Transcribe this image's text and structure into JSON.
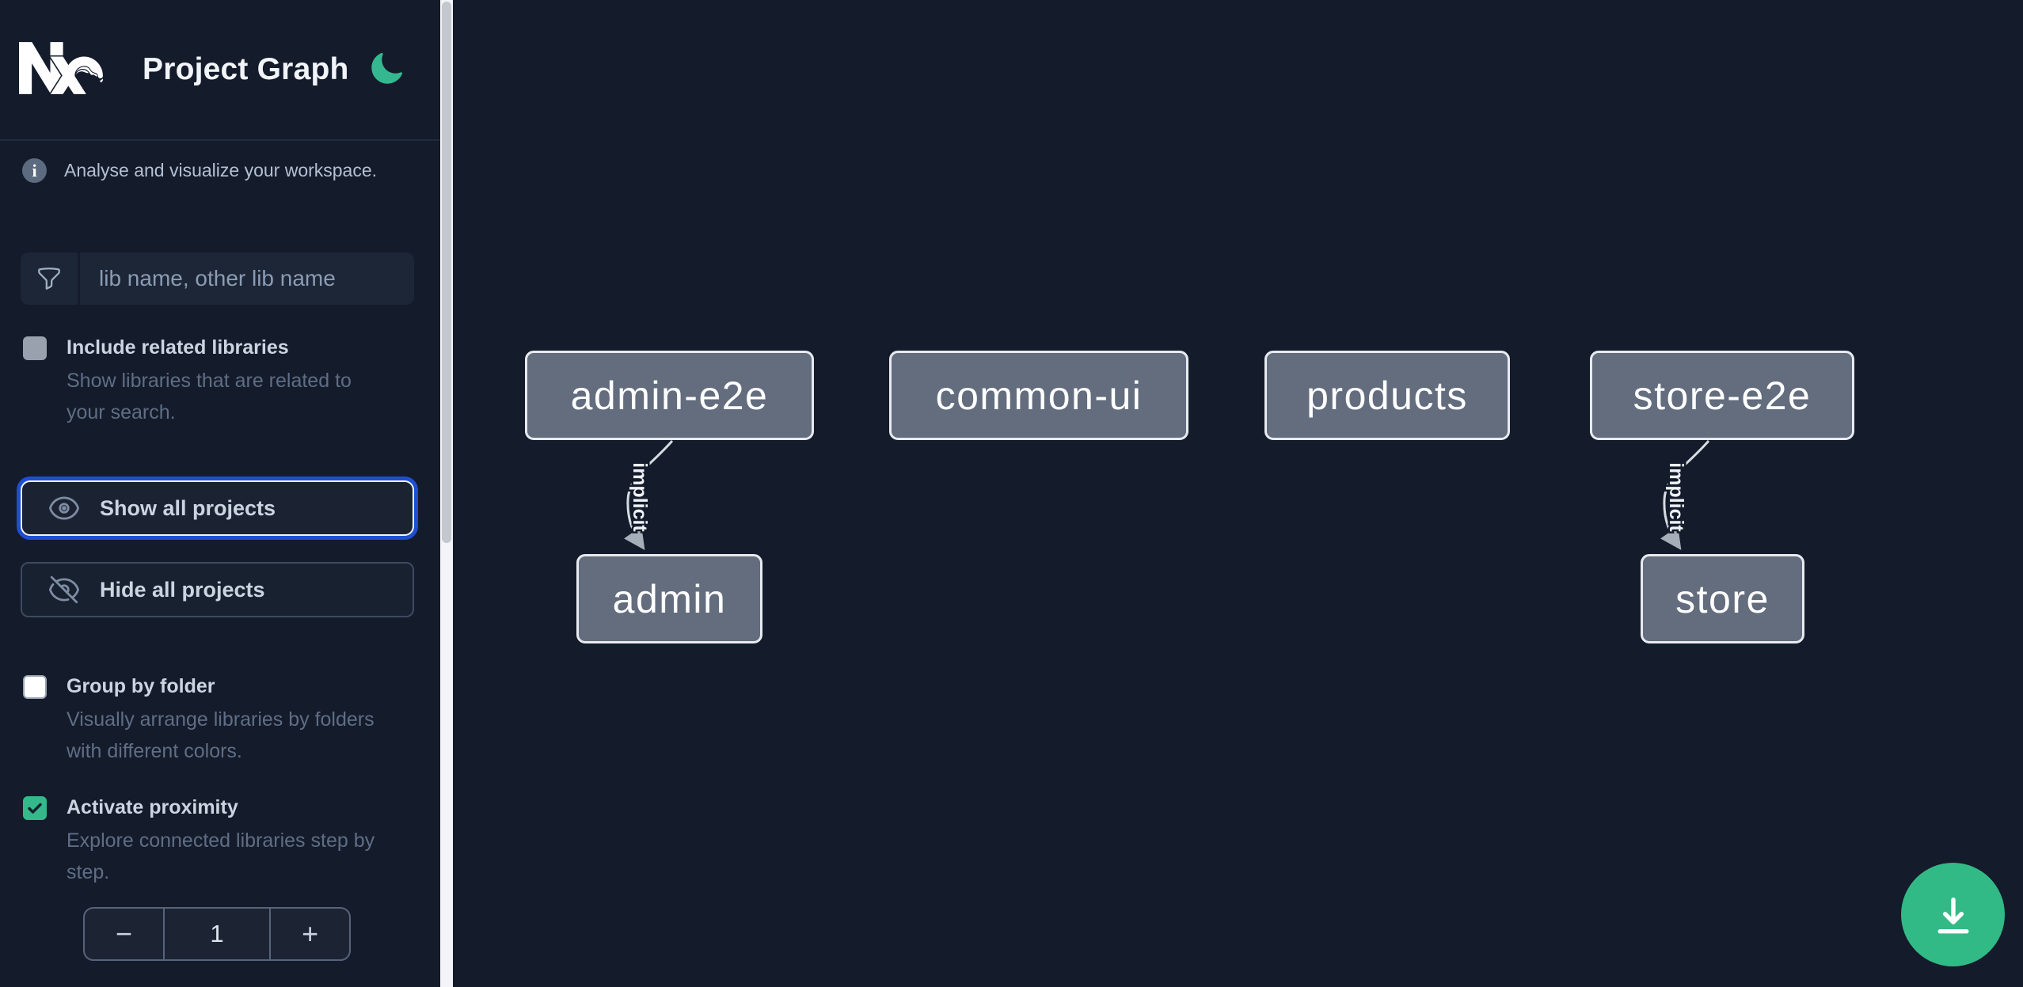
{
  "app": {
    "title": "Project Graph"
  },
  "sidebar": {
    "tagline": "Analyse and visualize your workspace.",
    "filter_placeholder": "lib name, other lib name",
    "options": [
      {
        "label": "Include related libraries",
        "description": "Show libraries that are related to your search.",
        "checked": false
      },
      {
        "label": "Group by folder",
        "description": "Visually arrange libraries by folders with different colors.",
        "checked": false
      },
      {
        "label": "Activate proximity",
        "description": "Explore connected libraries step by step.",
        "checked": true
      }
    ],
    "actions": [
      {
        "label": "Show all projects",
        "focused": true
      },
      {
        "label": "Hide all projects",
        "focused": false
      }
    ],
    "proximity": {
      "decrement": "−",
      "value": "1",
      "increment": "+"
    }
  },
  "graph": {
    "nodes": [
      {
        "id": "admin-e2e",
        "label": "admin-e2e"
      },
      {
        "id": "common-ui",
        "label": "common-ui"
      },
      {
        "id": "products",
        "label": "products"
      },
      {
        "id": "store-e2e",
        "label": "store-e2e"
      },
      {
        "id": "admin",
        "label": "admin"
      },
      {
        "id": "store",
        "label": "store"
      }
    ],
    "edges": [
      {
        "from": "admin-e2e",
        "to": "admin",
        "label": "implicit"
      },
      {
        "from": "store-e2e",
        "to": "store",
        "label": "implicit"
      }
    ]
  },
  "fab": {
    "action": "download-graph"
  },
  "colors": {
    "background": "#141b2b",
    "accent_green": "#32ba86",
    "focus_blue": "#1e4fd1",
    "node_fill": "#636d7e",
    "node_border": "#e7ebf0"
  }
}
